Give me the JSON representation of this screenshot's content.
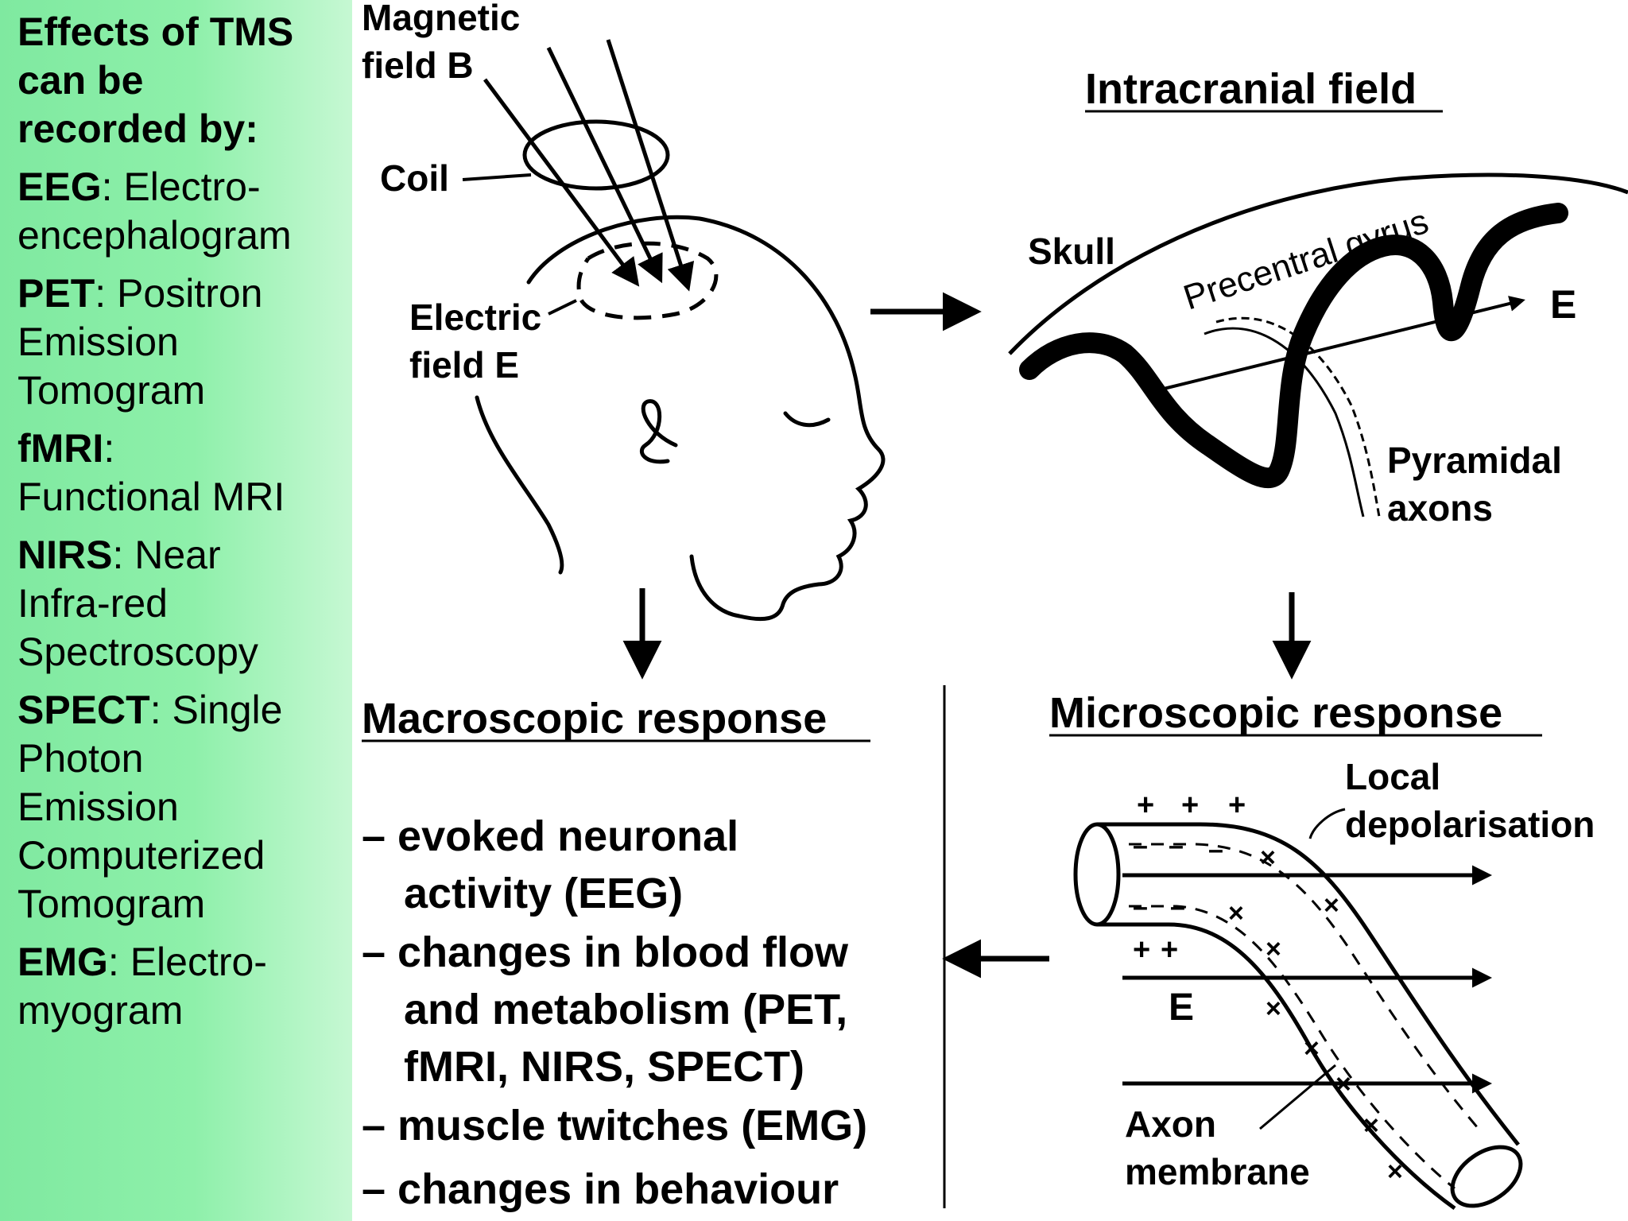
{
  "sidebar": {
    "title": "Effects of TMS\ncan be\nrecorded by:",
    "entries": [
      {
        "abbr": "EEG",
        "desc": ": Electro-\nencephalogram"
      },
      {
        "abbr": "PET",
        "desc": ": Positron\nEmission\nTomogram"
      },
      {
        "abbr": "fMRI",
        "desc": ":\nFunctional MRI"
      },
      {
        "abbr": "NIRS",
        "desc": ": Near\nInfra-red\nSpectroscopy"
      },
      {
        "abbr": "SPECT",
        "desc": ": Single\nPhoton\nEmission\nComputerized\nTomogram"
      },
      {
        "abbr": "EMG",
        "desc": ": Electro-\nmyogram"
      }
    ]
  },
  "head_panel": {
    "magnetic_label_1": "Magnetic",
    "magnetic_label_2": "field B",
    "coil_label": "Coil",
    "electric_label_1": "Electric",
    "electric_label_2": "field E"
  },
  "intracranial_panel": {
    "heading": "Intracranial field",
    "skull_label": "Skull",
    "gyrus_label": "Precentral gyrus",
    "e_label": "E",
    "pyramidal_label_1": "Pyramidal",
    "pyramidal_label_2": "axons"
  },
  "macroscopic_panel": {
    "heading": "Macroscopic response",
    "items": [
      "– evoked neuronal",
      "activity (EEG)",
      "– changes in blood flow",
      "and metabolism (PET,",
      "fMRI, NIRS, SPECT)",
      "– muscle twitches (EMG)",
      "– changes in behaviour"
    ]
  },
  "microscopic_panel": {
    "heading": "Microscopic response",
    "local_label_1": "Local",
    "local_label_2": "depolarisation",
    "e_label": "E",
    "axon_label_1": "Axon",
    "axon_label_2": "membrane",
    "plus_marks": [
      "+",
      "+",
      "+",
      "+",
      "+"
    ],
    "minus_marks": [
      "–",
      "–",
      "–",
      "–",
      "–"
    ],
    "cross_marks": [
      "×",
      "×",
      "×",
      "×",
      "×",
      "×",
      "×",
      "×",
      "×"
    ]
  }
}
